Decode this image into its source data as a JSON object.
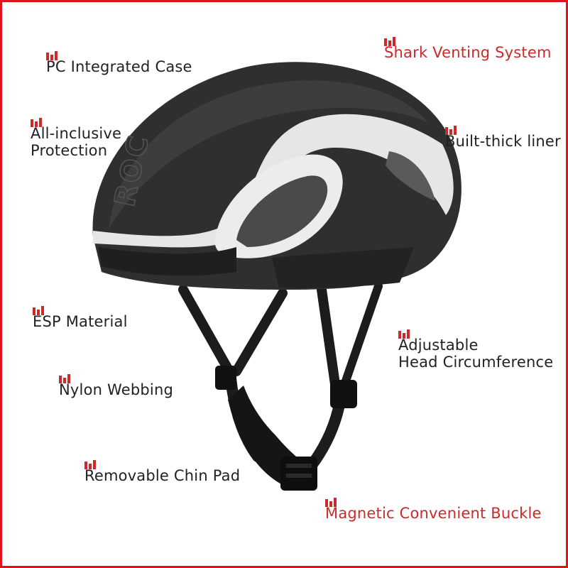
{
  "colors": {
    "border": "#e0121a",
    "accent": "#cc2a2a",
    "text": "#222222"
  },
  "product": {
    "brand_mark": "ROC"
  },
  "features": [
    {
      "id": "pc-integrated-case",
      "label": "PC Integrated Case",
      "accent": false
    },
    {
      "id": "all-inclusive-protection",
      "label": "All-inclusive\nProtection",
      "accent": false
    },
    {
      "id": "esp-material",
      "label": "ESP Material",
      "accent": false
    },
    {
      "id": "nylon-webbing",
      "label": "Nylon Webbing",
      "accent": false
    },
    {
      "id": "removable-chin-pad",
      "label": "Removable Chin Pad",
      "accent": false
    },
    {
      "id": "shark-venting-system",
      "label": "Shark Venting System",
      "accent": true
    },
    {
      "id": "built-thick-liner",
      "label": "Built-thick liner",
      "accent": false
    },
    {
      "id": "adjustable-head-circumference",
      "label": "Adjustable\nHead Circumference",
      "accent": false
    },
    {
      "id": "magnetic-convenient-buckle",
      "label": "Magnetic Convenient Buckle",
      "accent": true
    }
  ]
}
